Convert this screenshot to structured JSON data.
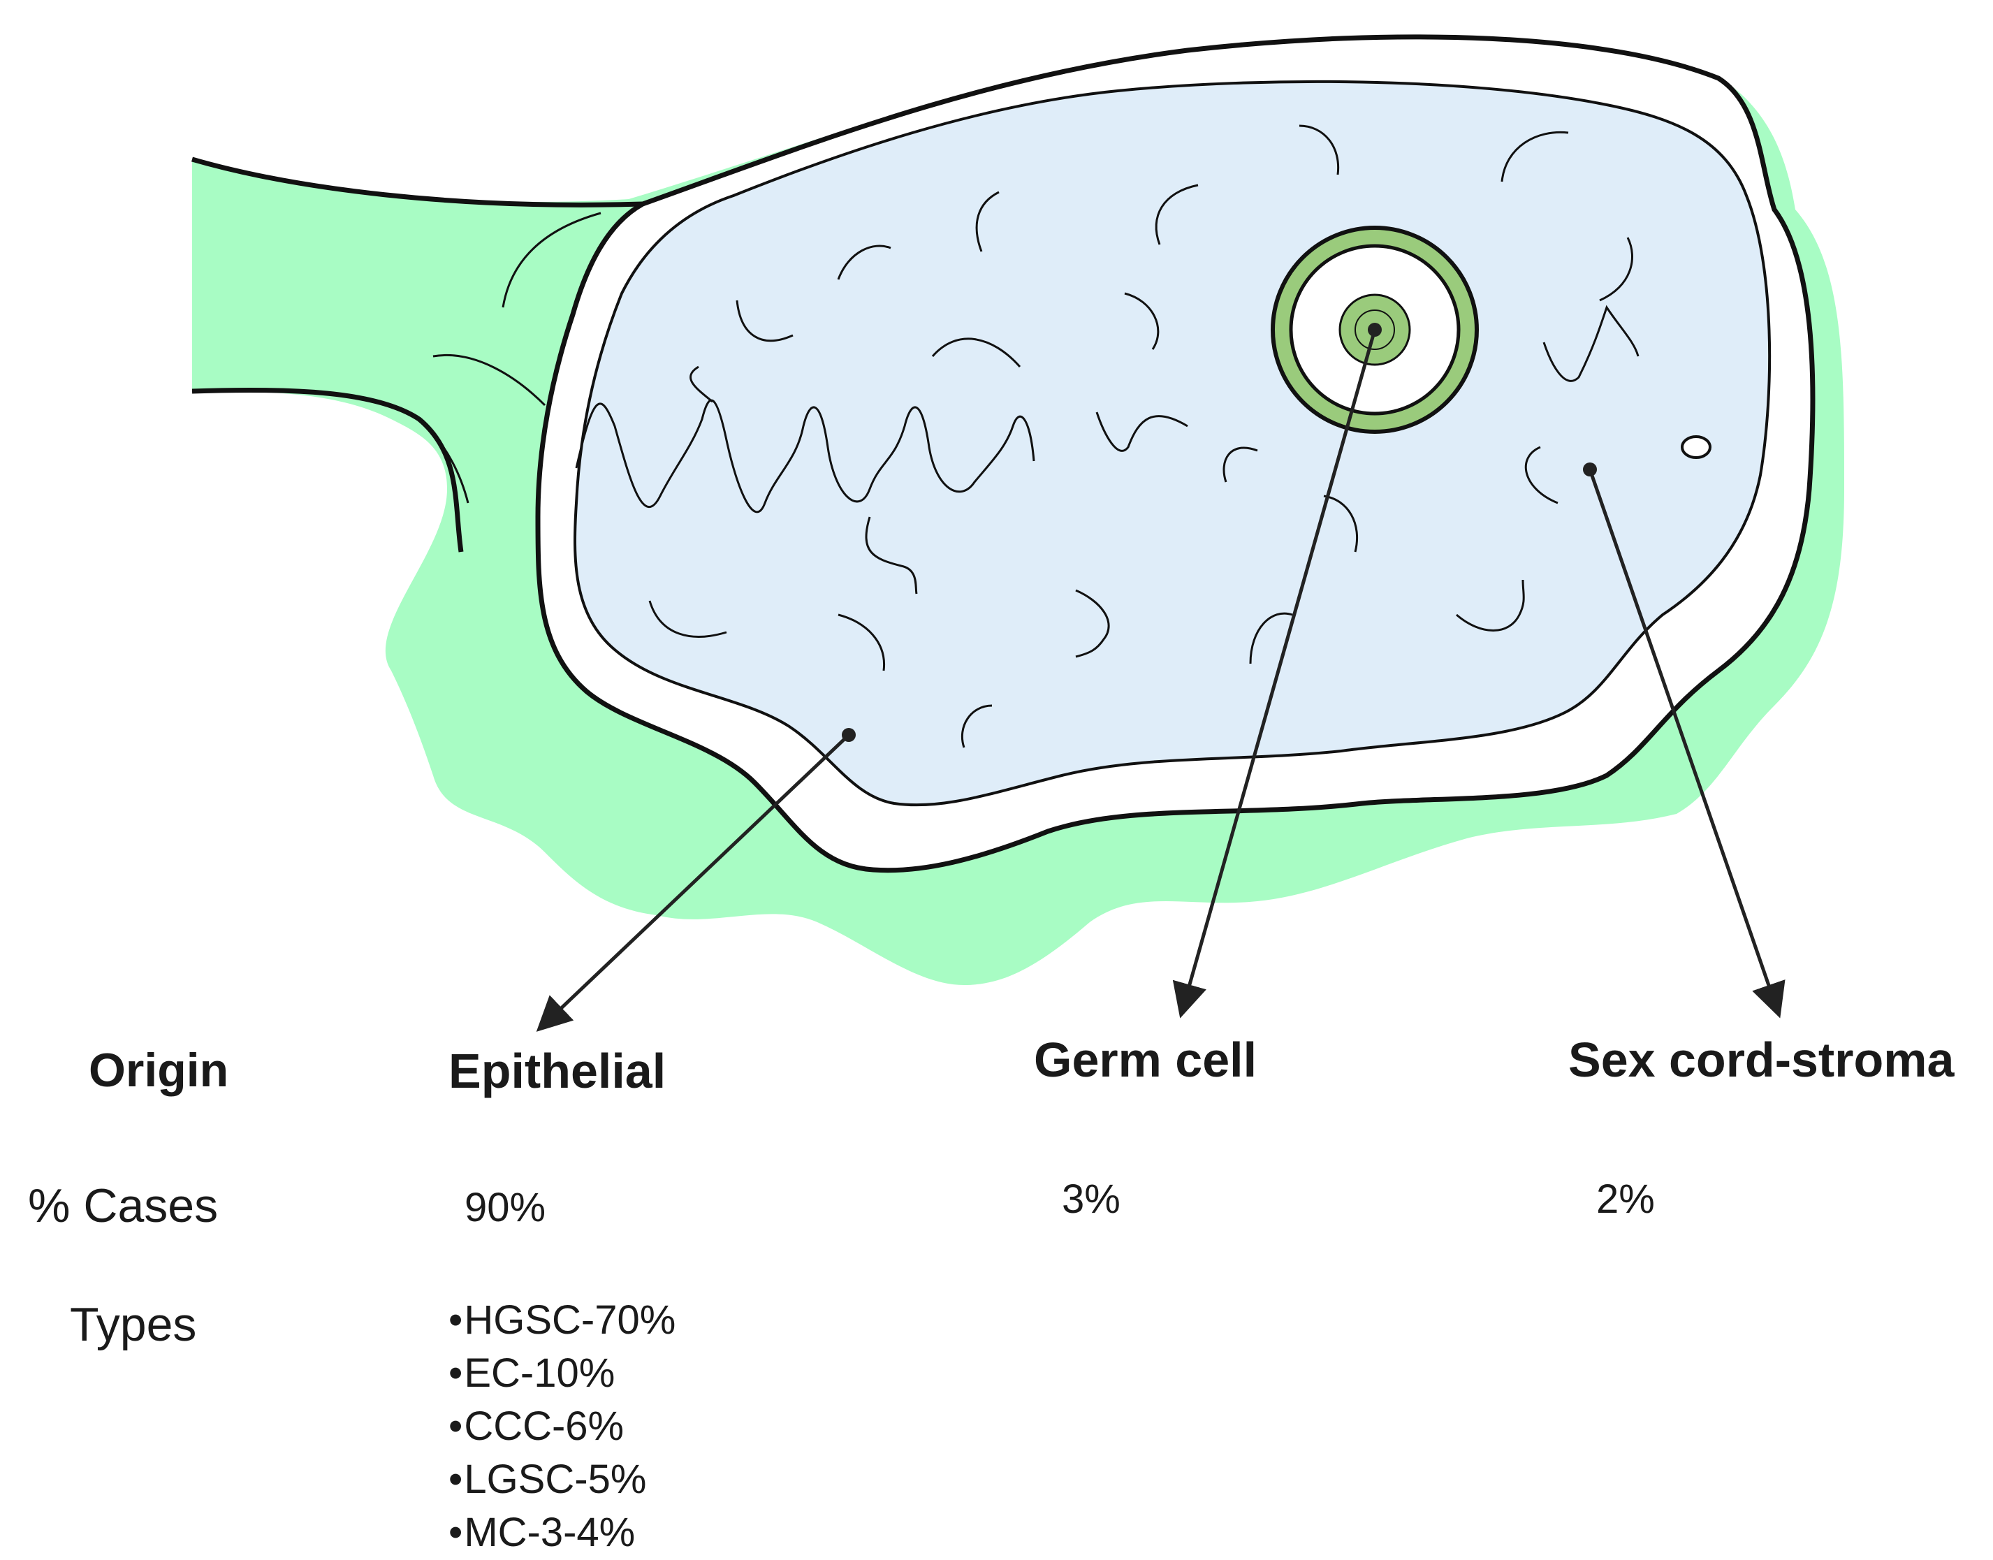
{
  "colors": {
    "stroma": "#a8fcc4",
    "cortex": "#ffffff",
    "medulla": "#dfedf9",
    "follicle_ring": "#9acb7c",
    "outline": "#111111"
  },
  "rows": {
    "origin": "Origin",
    "cases": "% Cases",
    "types": "Types"
  },
  "origins": [
    {
      "name": "Epithelial",
      "percent": "90%"
    },
    {
      "name": "Germ cell",
      "percent": "3%"
    },
    {
      "name": "Sex cord-stroma",
      "percent": "2%"
    }
  ],
  "epithelial_types": [
    "HGSC-70%",
    "EC-10%",
    "CCC-6%",
    "LGSC-5%",
    "MC-3-4%"
  ]
}
